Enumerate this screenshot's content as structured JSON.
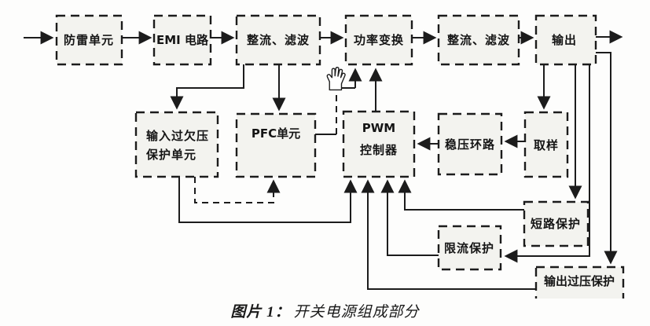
{
  "figure": {
    "blocks": {
      "lightning": {
        "label": "防雷单元"
      },
      "emi": {
        "label": "EMI 电路"
      },
      "rectify_filter_1": {
        "label": "整流、滤波"
      },
      "power_convert": {
        "label": "功率变换"
      },
      "rectify_filter_2": {
        "label": "整流、滤波"
      },
      "output": {
        "label": "输出"
      },
      "input_protect": {
        "line1": "输入过欠压",
        "line2": "保护单元"
      },
      "pfc": {
        "label": "PFC单元"
      },
      "pwm": {
        "line1": "PWM",
        "line2": "控制器"
      },
      "voltage_loop": {
        "label": "稳压环路"
      },
      "sampling": {
        "label": "取样"
      },
      "short_protect": {
        "label": "短路保护"
      },
      "current_limit": {
        "label": "限流保护"
      },
      "output_ovp": {
        "label": "输出过压保护"
      }
    },
    "caption": {
      "prefix": "图片 1：",
      "title": "开关电源组成部分"
    },
    "cursor_icon": "hand-cursor",
    "colors": {
      "line": "#1c1c1c",
      "box_fill": "#f3f3ef",
      "background": "#fdfdfc"
    }
  }
}
